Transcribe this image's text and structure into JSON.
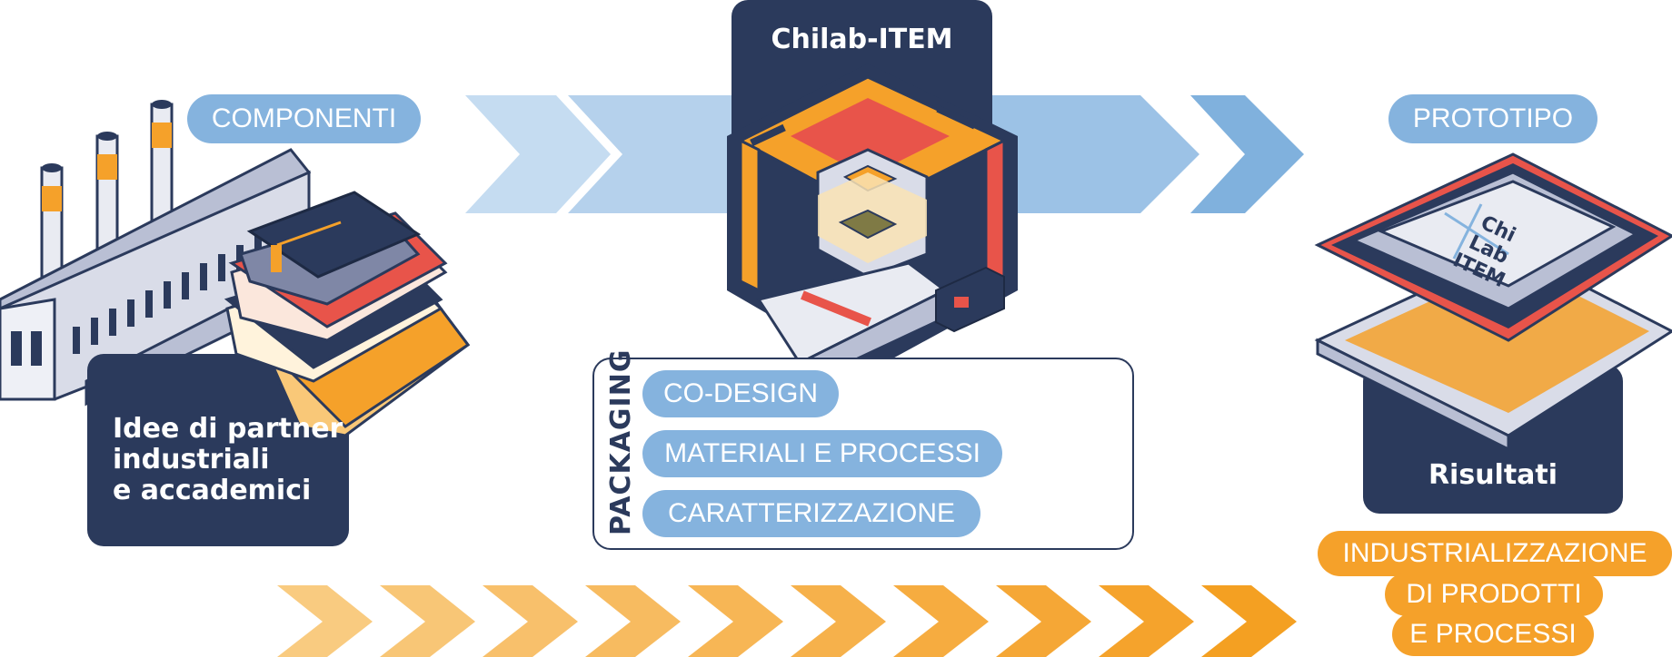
{
  "components": {
    "label": "COMPONENTI"
  },
  "source": {
    "line1": "Idee di partner",
    "line2": "industriali",
    "line3": "e accademici"
  },
  "lab": {
    "title": "Chilab-ITEM"
  },
  "packaging": {
    "title": "PACKAGING",
    "items": [
      "CO-DESIGN",
      "MATERIALI E PROCESSI",
      "CARATTERIZZAZIONE"
    ]
  },
  "prototype": {
    "label": "PROTOTIPO",
    "results": "Risultati",
    "chip_logo": "Chi Lab ITEM"
  },
  "outcome": {
    "lines": [
      "INDUSTRIALIZZAZIONE",
      "DI PRODOTTI",
      "E PROCESSI"
    ]
  },
  "colors": {
    "navy": "#2b3a5c",
    "blue": "#85b3de",
    "light_blue": "#c5dcf1",
    "orange": "#f5a12a",
    "light_orange": "#f9c878",
    "red": "#e8544a"
  }
}
